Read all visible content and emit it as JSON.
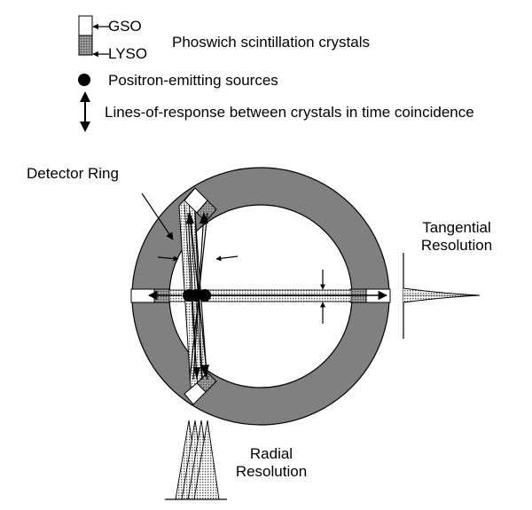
{
  "legend": {
    "gso": "GSO",
    "lyso": "LYSO",
    "phoswich": "Phoswich scintillation crystals",
    "sources": "Positron-emitting  sources",
    "lor": "Lines-of-response between crystals in time coincidence"
  },
  "diagram": {
    "detector_ring": "Detector Ring",
    "tangential_line1": "Tangential",
    "tangential_line2": "Resolution",
    "radial_line1": "Radial",
    "radial_line2": "Resolution"
  },
  "colors": {
    "ring": "#7f7f7f",
    "crystal_lyso": "#a6a6a6",
    "outline": "#000000",
    "background": "#ffffff"
  }
}
